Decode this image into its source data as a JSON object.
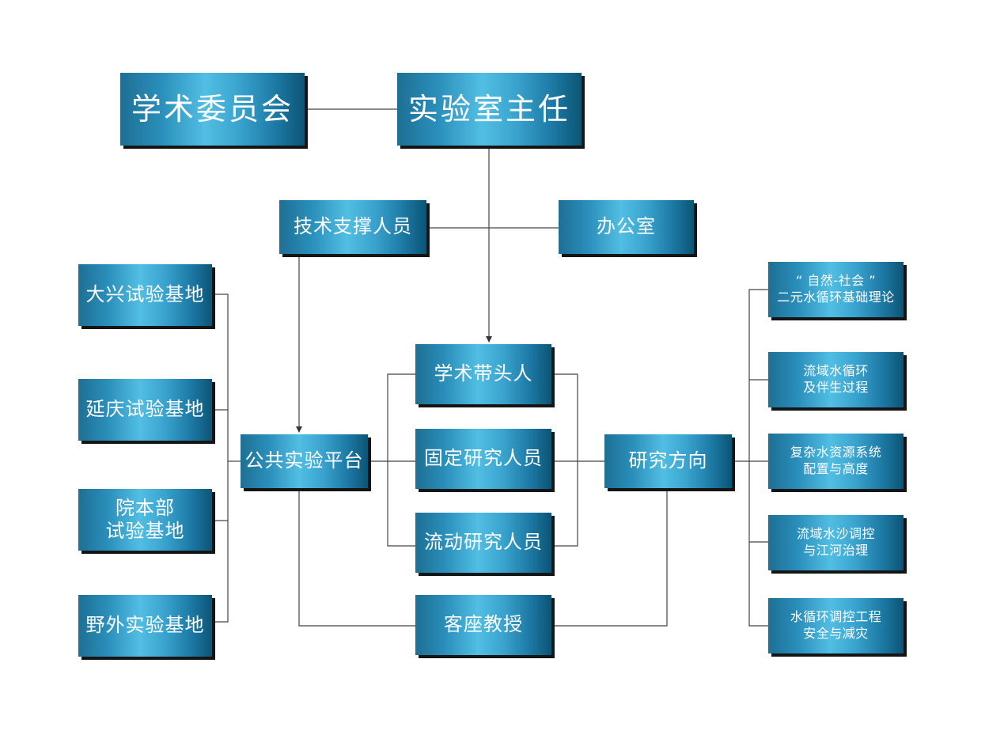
{
  "nodes": {
    "academic_committee": "学术委员会",
    "lab_director": "实验室主任",
    "technical_support_staff": "技术支撑人员",
    "office": "办公室",
    "daxing_base": "大兴试验基地",
    "yanqing_base": "延庆试验基地",
    "institute_hq_base": "院本部\n试验基地",
    "field_base": "野外实验基地",
    "public_platform": "公共实验平台",
    "academic_leader": "学术带头人",
    "fixed_researchers": "固定研究人员",
    "mobile_researchers": "流动研究人员",
    "visiting_professor": "客座教授",
    "research_directions": "研究方向",
    "direction_1": "“ 自然-社会 ”\n二元水循环基础理论",
    "direction_2": "流域水循环\n及伴生过程",
    "direction_3": "复杂水资源系统\n配置与高度",
    "direction_4": "流域水沙调控\n与江河治理",
    "direction_5": "水循环调控工程\n安全与减灾"
  }
}
